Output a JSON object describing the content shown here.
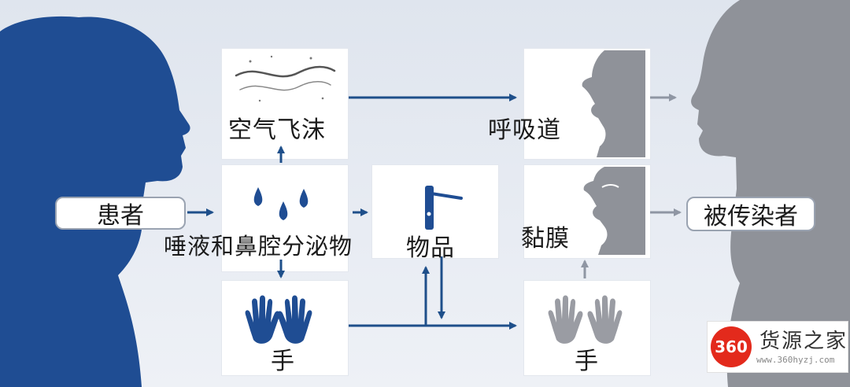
{
  "nodes": {
    "patient": "患者",
    "secretions": "唾液和鼻腔分泌物",
    "droplets": "空气飞沫",
    "hands_source": "手",
    "objects": "物品",
    "respiratory_tract": "呼吸道",
    "mucosa": "黏膜",
    "hands_target": "手",
    "infected": "被传染者"
  },
  "colors": {
    "patient_silhouette": "#1f4d93",
    "infected_silhouette": "#8f9299",
    "arrow_dark": "#1e4f8a",
    "arrow_gray": "#8f96a3",
    "hand_blue": "#1f4d93",
    "hand_gray": "#9a9ca3"
  },
  "watermark": {
    "logo": "360",
    "title": "货源之家",
    "url": "www.360hyzj.com"
  }
}
